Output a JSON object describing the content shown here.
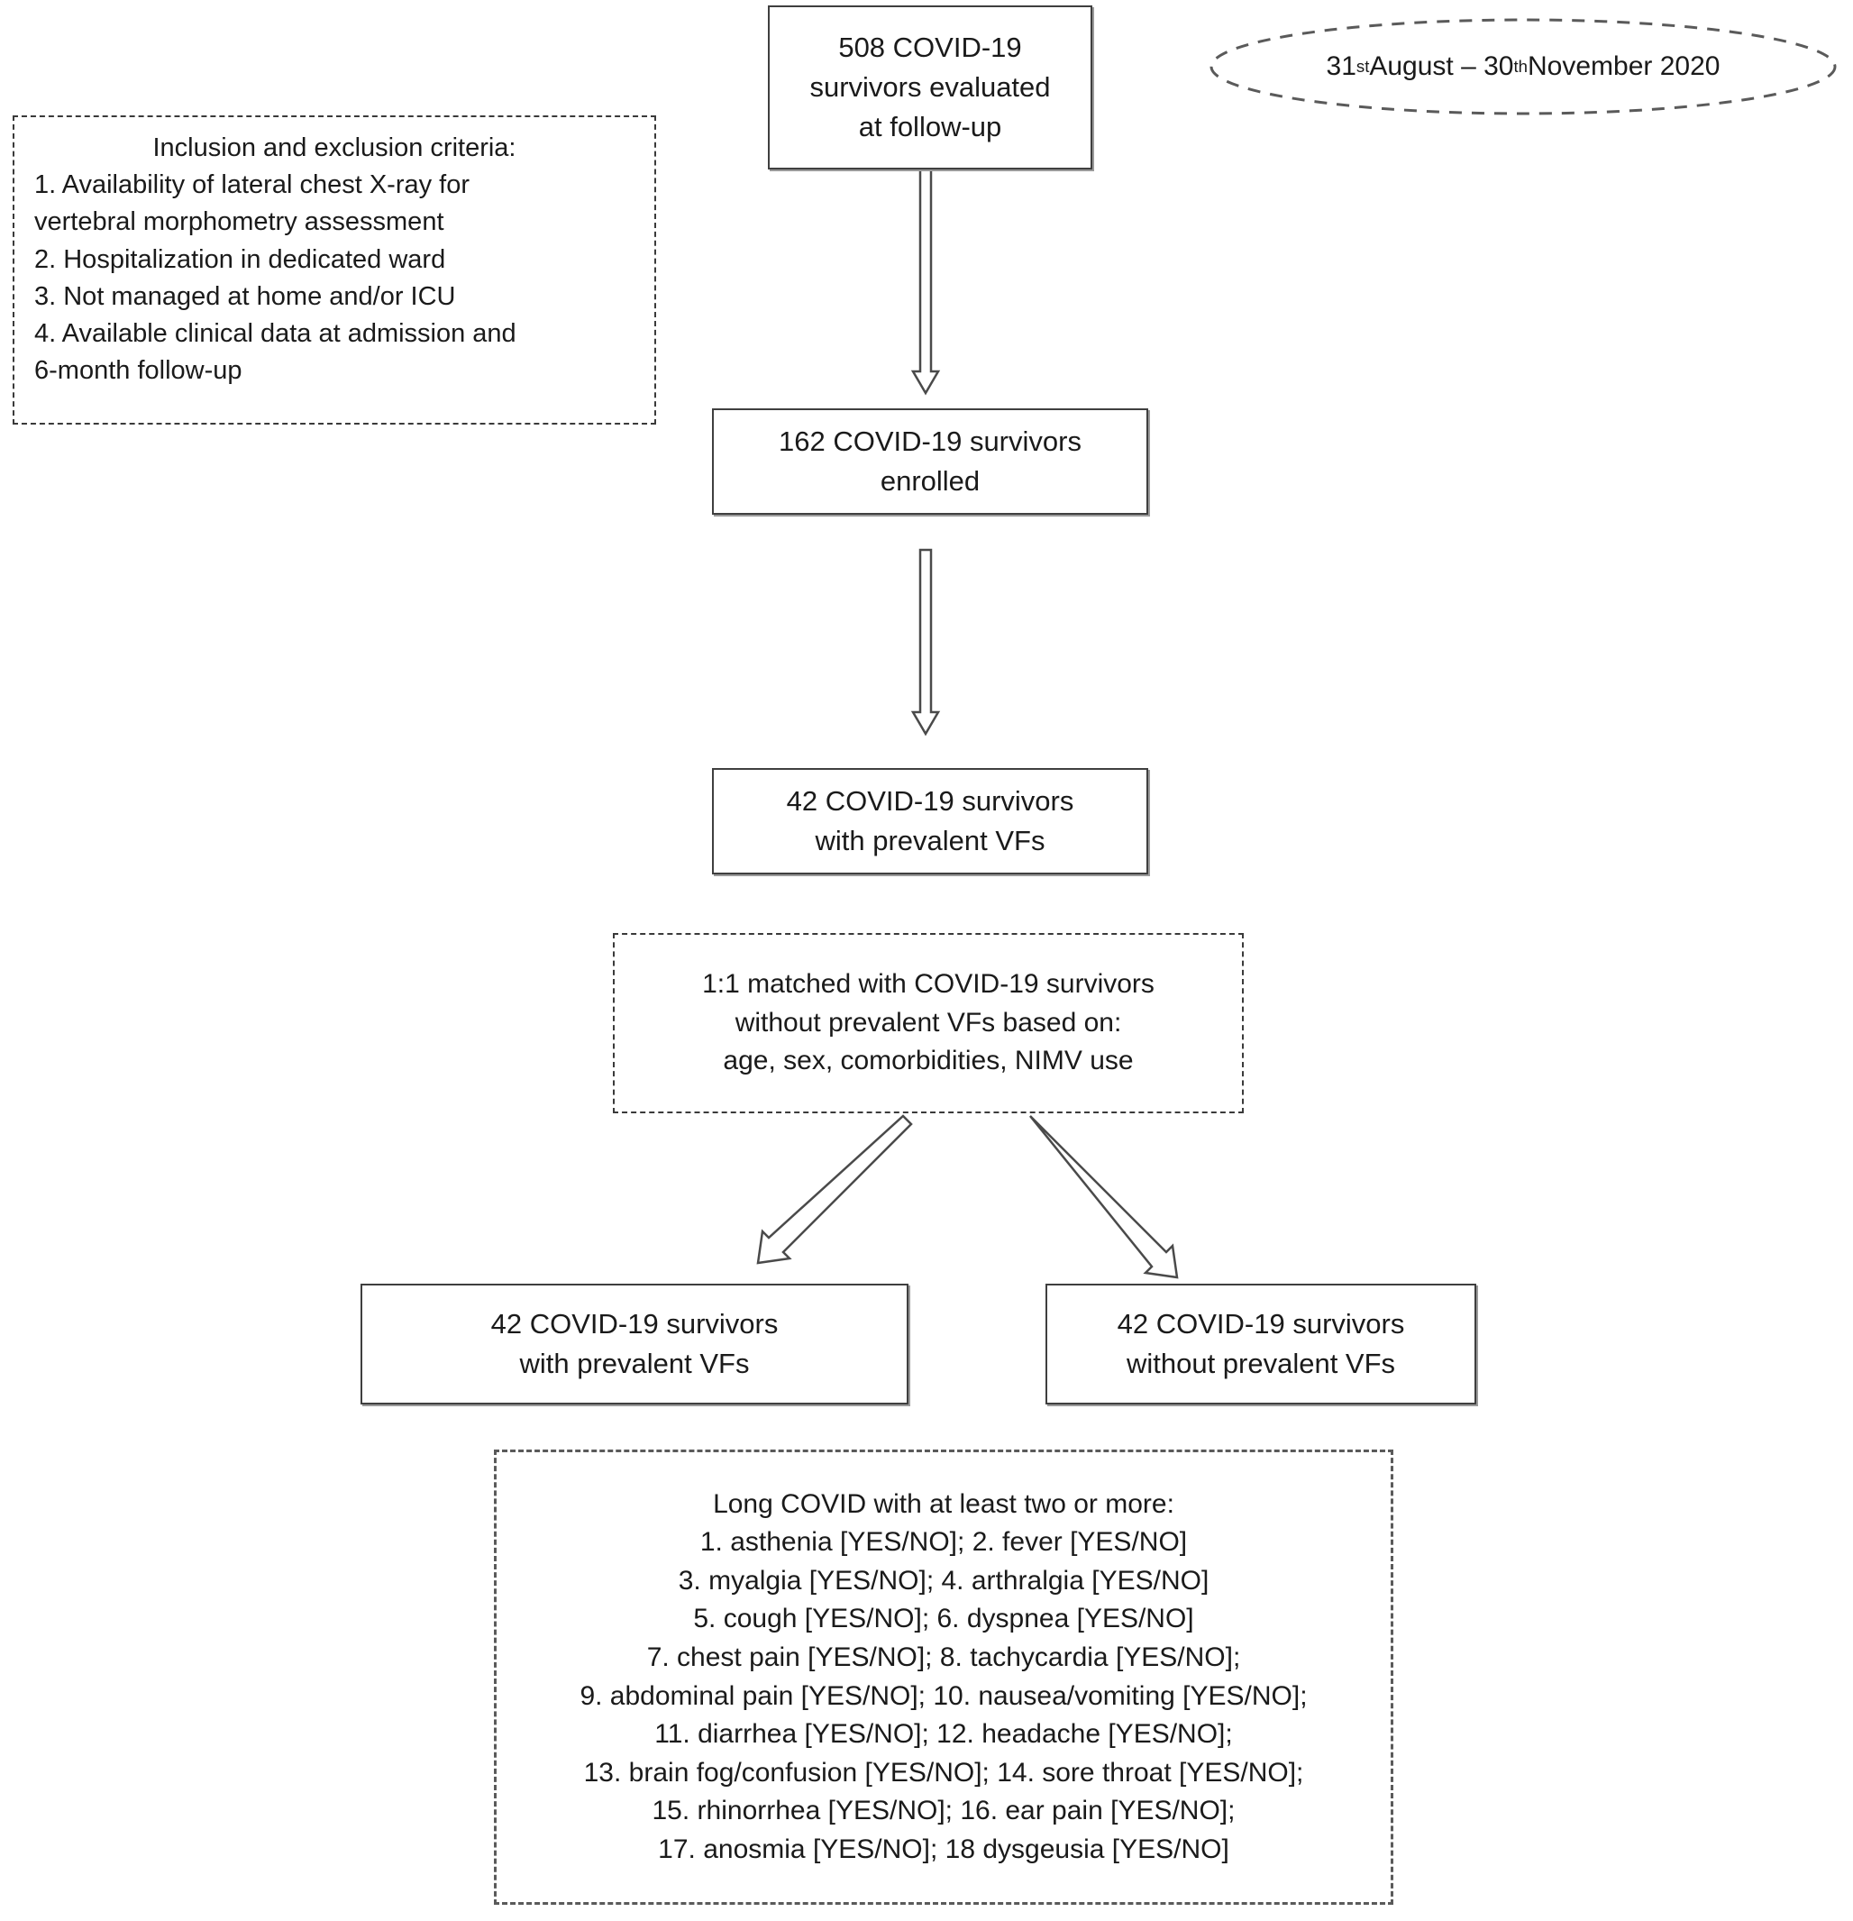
{
  "figure": {
    "type": "flowchart",
    "orientation": "top-down"
  },
  "study_period": {
    "prefix": "31",
    "prefix_sup": "st",
    "mid": " August – 30",
    "mid_sup": "th",
    "suffix": " November 2020",
    "full_text": "31st August – 30th November 2020"
  },
  "nodes": {
    "top": {
      "lines": [
        "508 COVID-19",
        "survivors evaluated",
        "at follow-up"
      ]
    },
    "enrolled": {
      "lines": [
        "162 COVID-19 survivors",
        "enrolled"
      ]
    },
    "prevalent_vfs": {
      "lines": [
        "42 COVID-19 survivors",
        "with prevalent VFs"
      ]
    },
    "left_group": {
      "lines": [
        "42 COVID-19 survivors",
        "with prevalent VFs"
      ]
    },
    "right_group": {
      "lines": [
        "42 COVID-19 survivors",
        "without prevalent VFs"
      ]
    }
  },
  "criteria_box": {
    "title": "Inclusion and exclusion criteria:",
    "items": [
      "1. Availability of lateral chest X-ray for",
      "vertebral morphometry assessment",
      "2. Hospitalization in dedicated ward",
      "3. Not managed at home and/or ICU",
      "4. Available clinical data at admission and",
      "6-month follow-up"
    ]
  },
  "matching_box": {
    "lines": [
      "1:1 matched with COVID-19 survivors",
      "without prevalent VFs based on:",
      "age, sex, comorbidities, NIMV use"
    ]
  },
  "long_covid_box": {
    "title": "Long COVID with at least two or more:",
    "lines": [
      "1. asthenia [YES/NO]; 2. fever [YES/NO]",
      "3. myalgia [YES/NO]; 4. arthralgia [YES/NO]",
      "5. cough [YES/NO]; 6. dyspnea [YES/NO]",
      "7. chest pain [YES/NO];  8. tachycardia [YES/NO];",
      "9. abdominal pain [YES/NO]; 10. nausea/vomiting [YES/NO];",
      "11. diarrhea [YES/NO]; 12. headache [YES/NO];",
      "13. brain fog/confusion [YES/NO]; 14. sore throat [YES/NO];",
      "15. rhinorrhea [YES/NO]; 16. ear pain [YES/NO];",
      "17. anosmia [YES/NO]; 18 dysgeusia [YES/NO]"
    ]
  },
  "colors": {
    "box_border": "#3f3f3f",
    "box_shadow": "#9a9a9a",
    "dashed_border": "#3a3a3a",
    "arrow_stroke": "#4a4a4a",
    "text": "#1a1a1a",
    "background": "#ffffff"
  }
}
